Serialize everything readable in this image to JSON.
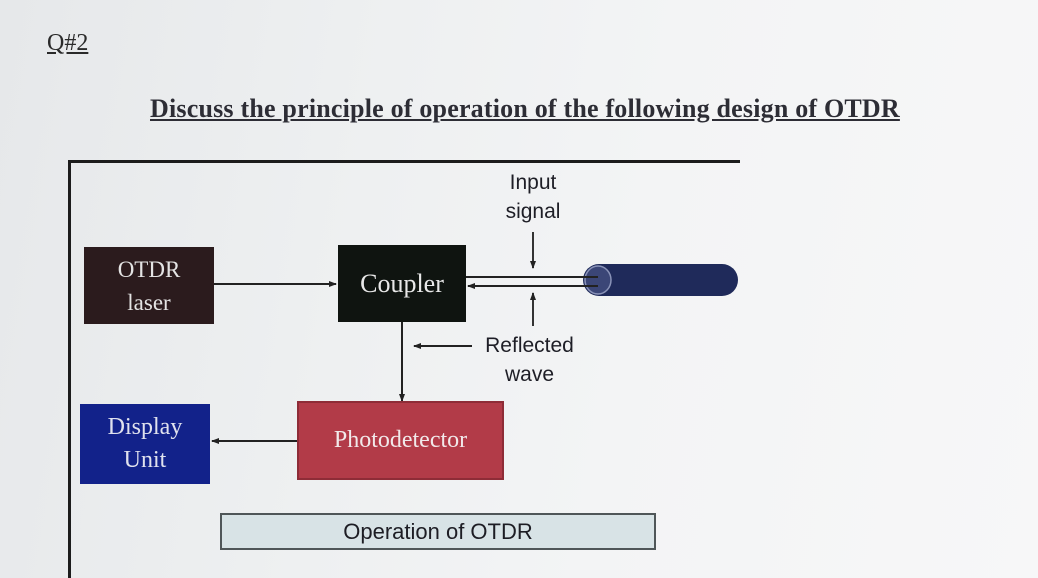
{
  "question_number": "Q#2",
  "question_text": "Discuss the principle of operation of the following design of OTDR",
  "diagram": {
    "otdr_laser": {
      "line1": "OTDR",
      "line2": "laser"
    },
    "coupler": "Coupler",
    "display_unit": {
      "line1": "Display",
      "line2": "Unit"
    },
    "photodetector": "Photodetector",
    "input_signal": {
      "line1": "Input",
      "line2": "signal"
    },
    "reflected_wave": {
      "line1": "Reflected",
      "line2": "wave"
    },
    "caption": "Operation of OTDR"
  },
  "colors": {
    "laser_box": "#2b1b1d",
    "coupler_box": "#0f1410",
    "display_box": "#12228a",
    "photodetector_box": "#b23b48",
    "fiber": "#1f2a5a",
    "caption_fill": "#d8e3e6"
  }
}
